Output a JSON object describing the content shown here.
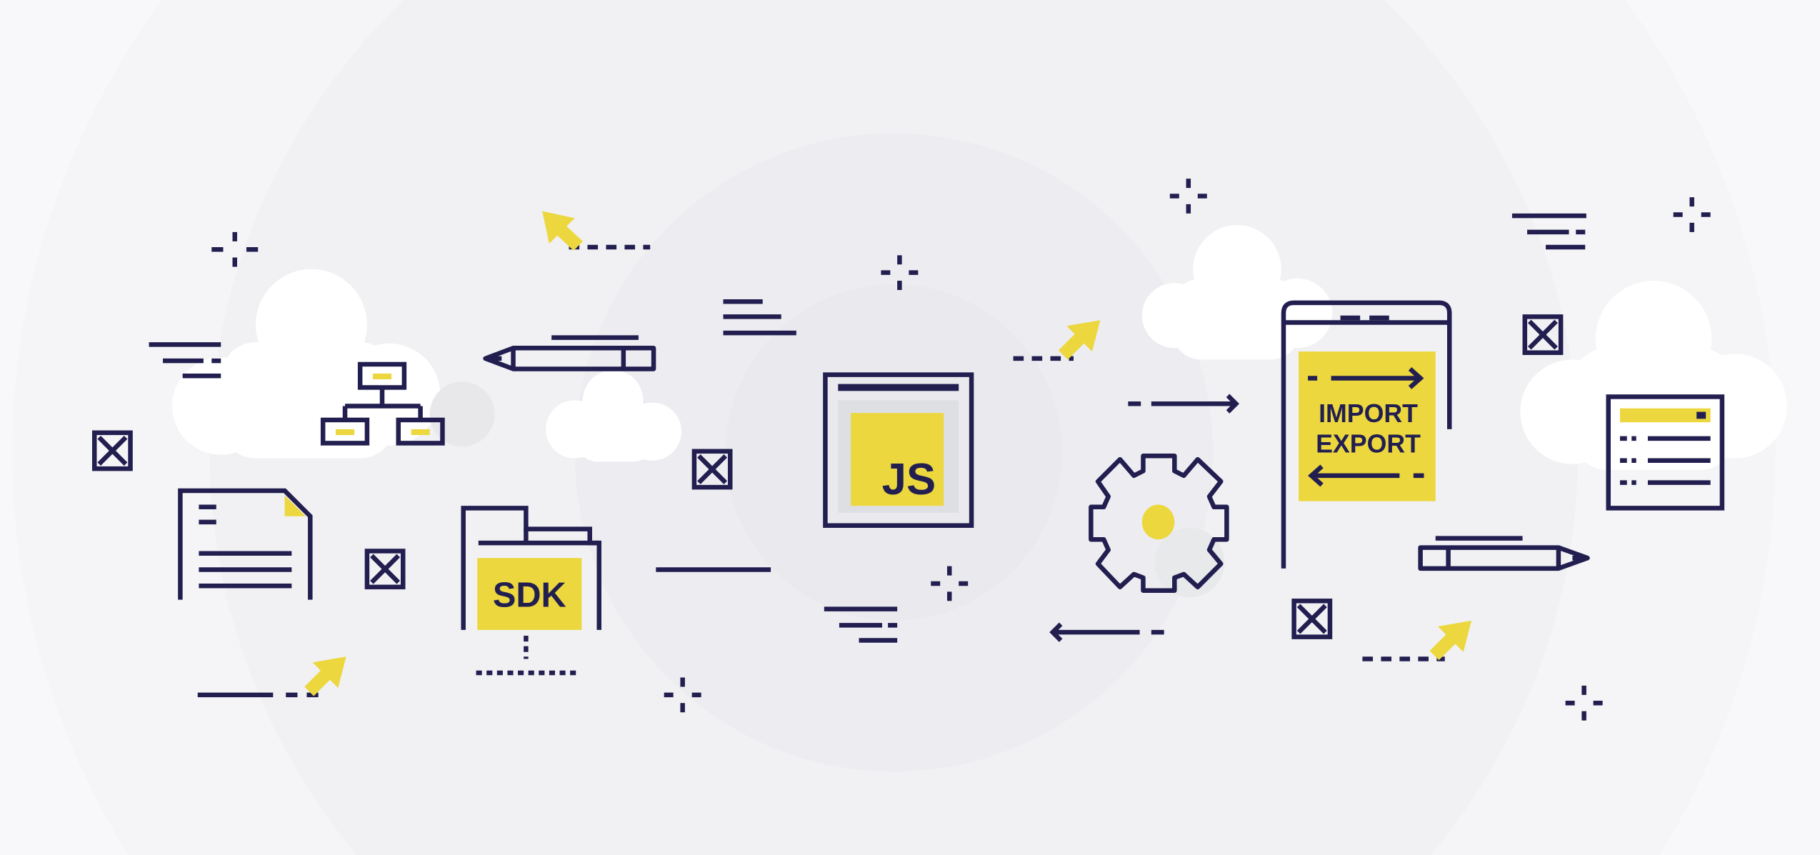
{
  "illustration": {
    "js_label": "JS",
    "sdk_label": "SDK",
    "import_label": "IMPORT",
    "export_label": "EXPORT"
  },
  "colors": {
    "navy": "#221f50",
    "yellow": "#ecd73e",
    "background": "#f8f8fa",
    "cloud": "#ffffff"
  }
}
